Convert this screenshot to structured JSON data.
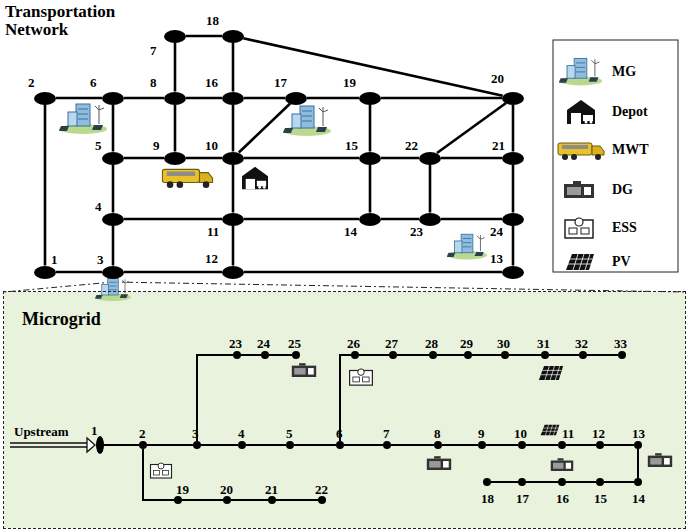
{
  "diagram": {
    "title": "Transportation Network",
    "nodes": [
      {
        "text": [
          "1"
        ]
      },
      {
        "text": [
          "2"
        ]
      },
      {
        "text": [
          "3"
        ]
      },
      {
        "text": [
          "4"
        ]
      },
      {
        "text": [
          "5"
        ]
      },
      {
        "text": [
          "6"
        ]
      },
      {
        "text": [
          "7"
        ]
      },
      {
        "text": [
          "8"
        ]
      },
      {
        "text": [
          "9"
        ]
      },
      {
        "text": [
          "10"
        ]
      },
      {
        "text": [
          "11"
        ]
      },
      {
        "text": [
          "12"
        ]
      },
      {
        "text": [
          "13"
        ]
      },
      {
        "text": [
          "14"
        ]
      },
      {
        "text": [
          "15"
        ]
      },
      {
        "text": [
          "16"
        ]
      },
      {
        "text": [
          "17"
        ]
      },
      {
        "text": [
          "18"
        ]
      },
      {
        "text": [
          "19"
        ]
      },
      {
        "text": [
          "20"
        ]
      },
      {
        "text": [
          "21"
        ]
      },
      {
        "text": [
          "22"
        ]
      },
      {
        "text": [
          "23"
        ]
      },
      {
        "text": [
          "24"
        ]
      },
      {
        "text": [
          "Microgrid"
        ]
      },
      {
        "text": [
          "1"
        ],
        "in": 24
      },
      {
        "text": [
          "2"
        ],
        "in": 24
      },
      {
        "text": [
          "3"
        ],
        "in": 24
      },
      {
        "text": [
          "4"
        ],
        "in": 24
      },
      {
        "text": [
          "5"
        ],
        "in": 24
      },
      {
        "text": [
          "6"
        ],
        "in": 24
      },
      {
        "text": [
          "7"
        ],
        "in": 24
      },
      {
        "text": [
          "8"
        ],
        "in": 24
      },
      {
        "text": [
          "9"
        ],
        "in": 24
      },
      {
        "text": [
          "10"
        ],
        "in": 24
      },
      {
        "text": [
          "11"
        ],
        "in": 24
      },
      {
        "text": [
          "12"
        ],
        "in": 24
      },
      {
        "text": [
          "13"
        ],
        "in": 24
      },
      {
        "text": [
          "14"
        ],
        "in": 24
      },
      {
        "text": [
          "15"
        ],
        "in": 24
      },
      {
        "text": [
          "16"
        ],
        "in": 24
      },
      {
        "text": [
          "17"
        ],
        "in": 24
      },
      {
        "text": [
          "18"
        ],
        "in": 24
      },
      {
        "text": [
          "19"
        ],
        "in": 24
      },
      {
        "text": [
          "20"
        ],
        "in": 24
      },
      {
        "text": [
          "21"
        ],
        "in": 24
      },
      {
        "text": [
          "22"
        ],
        "in": 24
      },
      {
        "text": [
          "23"
        ],
        "in": 24
      },
      {
        "text": [
          "24"
        ],
        "in": 24
      },
      {
        "text": [
          "25"
        ],
        "in": 24
      },
      {
        "text": [
          "26"
        ],
        "in": 24
      },
      {
        "text": [
          "27"
        ],
        "in": 24
      },
      {
        "text": [
          "28"
        ],
        "in": 24
      },
      {
        "text": [
          "29"
        ],
        "in": 24
      },
      {
        "text": [
          "30"
        ],
        "in": 24
      },
      {
        "text": [
          "31"
        ],
        "in": 24
      },
      {
        "text": [
          "32"
        ],
        "in": 24
      },
      {
        "text": [
          "33"
        ],
        "in": 24
      }
    ],
    "edges": [
      {
        "from": 0,
        "to": 1,
        "arrow": "none"
      },
      {
        "from": 0,
        "to": 2,
        "arrow": "none"
      },
      {
        "from": 1,
        "to": 5,
        "arrow": "none"
      },
      {
        "from": 2,
        "to": 3,
        "arrow": "none"
      },
      {
        "from": 2,
        "to": 11,
        "arrow": "none"
      },
      {
        "from": 3,
        "to": 4,
        "arrow": "none"
      },
      {
        "from": 3,
        "to": 10,
        "arrow": "none"
      },
      {
        "from": 4,
        "to": 5,
        "arrow": "none"
      },
      {
        "from": 4,
        "to": 8,
        "arrow": "none"
      },
      {
        "from": 5,
        "to": 7,
        "arrow": "none"
      },
      {
        "from": 6,
        "to": 7,
        "arrow": "none"
      },
      {
        "from": 6,
        "to": 17,
        "arrow": "none"
      },
      {
        "from": 7,
        "to": 8,
        "arrow": "none"
      },
      {
        "from": 7,
        "to": 15,
        "arrow": "none"
      },
      {
        "from": 8,
        "to": 9,
        "arrow": "none"
      },
      {
        "from": 9,
        "to": 10,
        "arrow": "none"
      },
      {
        "from": 9,
        "to": 15,
        "arrow": "none"
      },
      {
        "from": 9,
        "to": 14,
        "arrow": "none"
      },
      {
        "from": 9,
        "to": 16,
        "arrow": "none"
      },
      {
        "from": 10,
        "to": 11,
        "arrow": "none"
      },
      {
        "from": 10,
        "to": 13,
        "arrow": "none"
      },
      {
        "from": 11,
        "to": 12,
        "arrow": "none"
      },
      {
        "from": 12,
        "to": 23,
        "arrow": "none"
      },
      {
        "from": 13,
        "to": 14,
        "arrow": "none"
      },
      {
        "from": 13,
        "to": 22,
        "arrow": "none"
      },
      {
        "from": 14,
        "to": 18,
        "arrow": "none"
      },
      {
        "from": 14,
        "to": 21,
        "arrow": "none"
      },
      {
        "from": 15,
        "to": 16,
        "arrow": "none"
      },
      {
        "from": 15,
        "to": 17,
        "arrow": "none"
      },
      {
        "from": 16,
        "to": 18,
        "arrow": "none"
      },
      {
        "from": 18,
        "to": 19,
        "arrow": "none"
      },
      {
        "from": 17,
        "to": 19,
        "arrow": "none"
      },
      {
        "from": 19,
        "to": 20,
        "arrow": "none"
      },
      {
        "from": 19,
        "to": 21,
        "arrow": "none"
      },
      {
        "from": 20,
        "to": 21,
        "arrow": "none"
      },
      {
        "from": 20,
        "to": 23,
        "arrow": "none"
      },
      {
        "from": 21,
        "to": 22,
        "arrow": "none"
      },
      {
        "from": 22,
        "to": 23,
        "arrow": "none"
      },
      {
        "from": 25,
        "to": 26,
        "arrow": "none"
      },
      {
        "from": 26,
        "to": 27,
        "arrow": "none"
      },
      {
        "from": 27,
        "to": 28,
        "arrow": "none"
      },
      {
        "from": 28,
        "to": 29,
        "arrow": "none"
      },
      {
        "from": 29,
        "to": 30,
        "arrow": "none"
      },
      {
        "from": 30,
        "to": 31,
        "arrow": "none"
      },
      {
        "from": 31,
        "to": 32,
        "arrow": "none"
      },
      {
        "from": 32,
        "to": 33,
        "arrow": "none"
      },
      {
        "from": 33,
        "to": 34,
        "arrow": "none"
      },
      {
        "from": 34,
        "to": 35,
        "arrow": "none"
      },
      {
        "from": 35,
        "to": 36,
        "arrow": "none"
      },
      {
        "from": 36,
        "to": 37,
        "arrow": "none"
      },
      {
        "from": 37,
        "to": 38,
        "arrow": "none"
      },
      {
        "from": 38,
        "to": 39,
        "arrow": "none"
      },
      {
        "from": 39,
        "to": 40,
        "arrow": "none"
      },
      {
        "from": 40,
        "to": 41,
        "arrow": "none"
      },
      {
        "from": 41,
        "to": 42,
        "arrow": "none"
      },
      {
        "from": 26,
        "to": 43,
        "arrow": "none"
      },
      {
        "from": 43,
        "to": 44,
        "arrow": "none"
      },
      {
        "from": 44,
        "to": 45,
        "arrow": "none"
      },
      {
        "from": 45,
        "to": 46,
        "arrow": "none"
      },
      {
        "from": 27,
        "to": 47,
        "arrow": "none"
      },
      {
        "from": 47,
        "to": 48,
        "arrow": "none"
      },
      {
        "from": 48,
        "to": 49,
        "arrow": "none"
      },
      {
        "from": 30,
        "to": 50,
        "arrow": "none"
      },
      {
        "from": 50,
        "to": 51,
        "arrow": "none"
      },
      {
        "from": 51,
        "to": 52,
        "arrow": "none"
      },
      {
        "from": 52,
        "to": 53,
        "arrow": "none"
      },
      {
        "from": 53,
        "to": 54,
        "arrow": "none"
      },
      {
        "from": 54,
        "to": 55,
        "arrow": "none"
      },
      {
        "from": 55,
        "to": 56,
        "arrow": "none"
      },
      {
        "from": 56,
        "to": 57,
        "arrow": "none"
      }
    ],
    "labels": [
      "Upstream"
    ],
    "legend": [
      {
        "text": "MG"
      },
      {
        "text": "Depot"
      },
      {
        "text": "MWT"
      },
      {
        "text": "DG"
      },
      {
        "text": "ESS"
      },
      {
        "text": "PV"
      }
    ]
  }
}
